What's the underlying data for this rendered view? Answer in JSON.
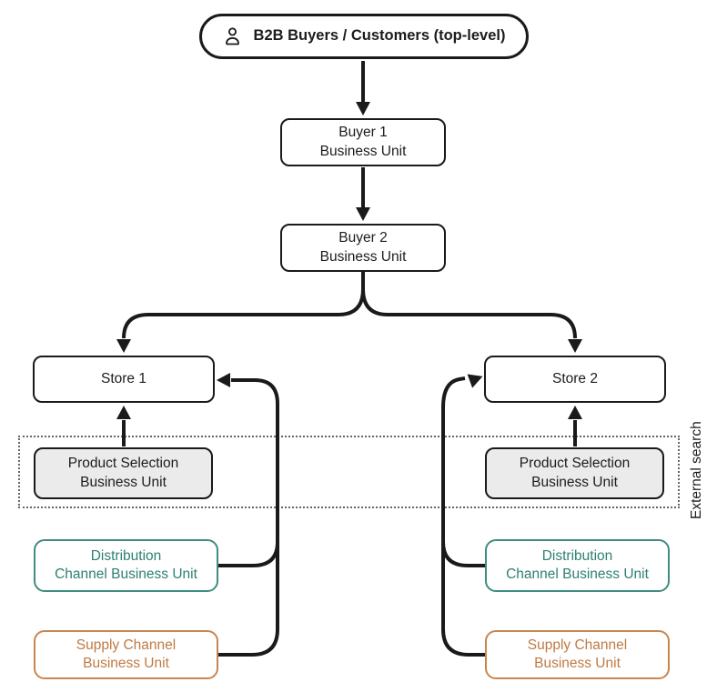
{
  "nodes": {
    "root": "B2B Buyers / Customers (top-level)",
    "buyer1": "Buyer 1\nBusiness Unit",
    "buyer2": "Buyer 2\nBusiness Unit",
    "store1": "Store 1",
    "store2": "Store 2",
    "product_selection_1": "Product Selection\nBusiness Unit",
    "product_selection_2": "Product Selection\nBusiness Unit",
    "distribution_1": "Distribution\nChannel Business Unit",
    "distribution_2": "Distribution\nChannel Business Unit",
    "supply_1": "Supply Channel\nBusiness Unit",
    "supply_2": "Supply Channel\nBusiness Unit"
  },
  "annotations": {
    "external_search": "External search"
  },
  "icons": {
    "root": "person-icon"
  },
  "colors": {
    "line": "#1a1a1a",
    "box_border": "#1a1a1a",
    "gray_fill": "#ebebeb",
    "teal_border": "#3f8c80",
    "teal_text": "#2e8073",
    "orange_border": "#c9854e",
    "orange_text": "#bf7a42",
    "dotted_border": "#666666"
  }
}
